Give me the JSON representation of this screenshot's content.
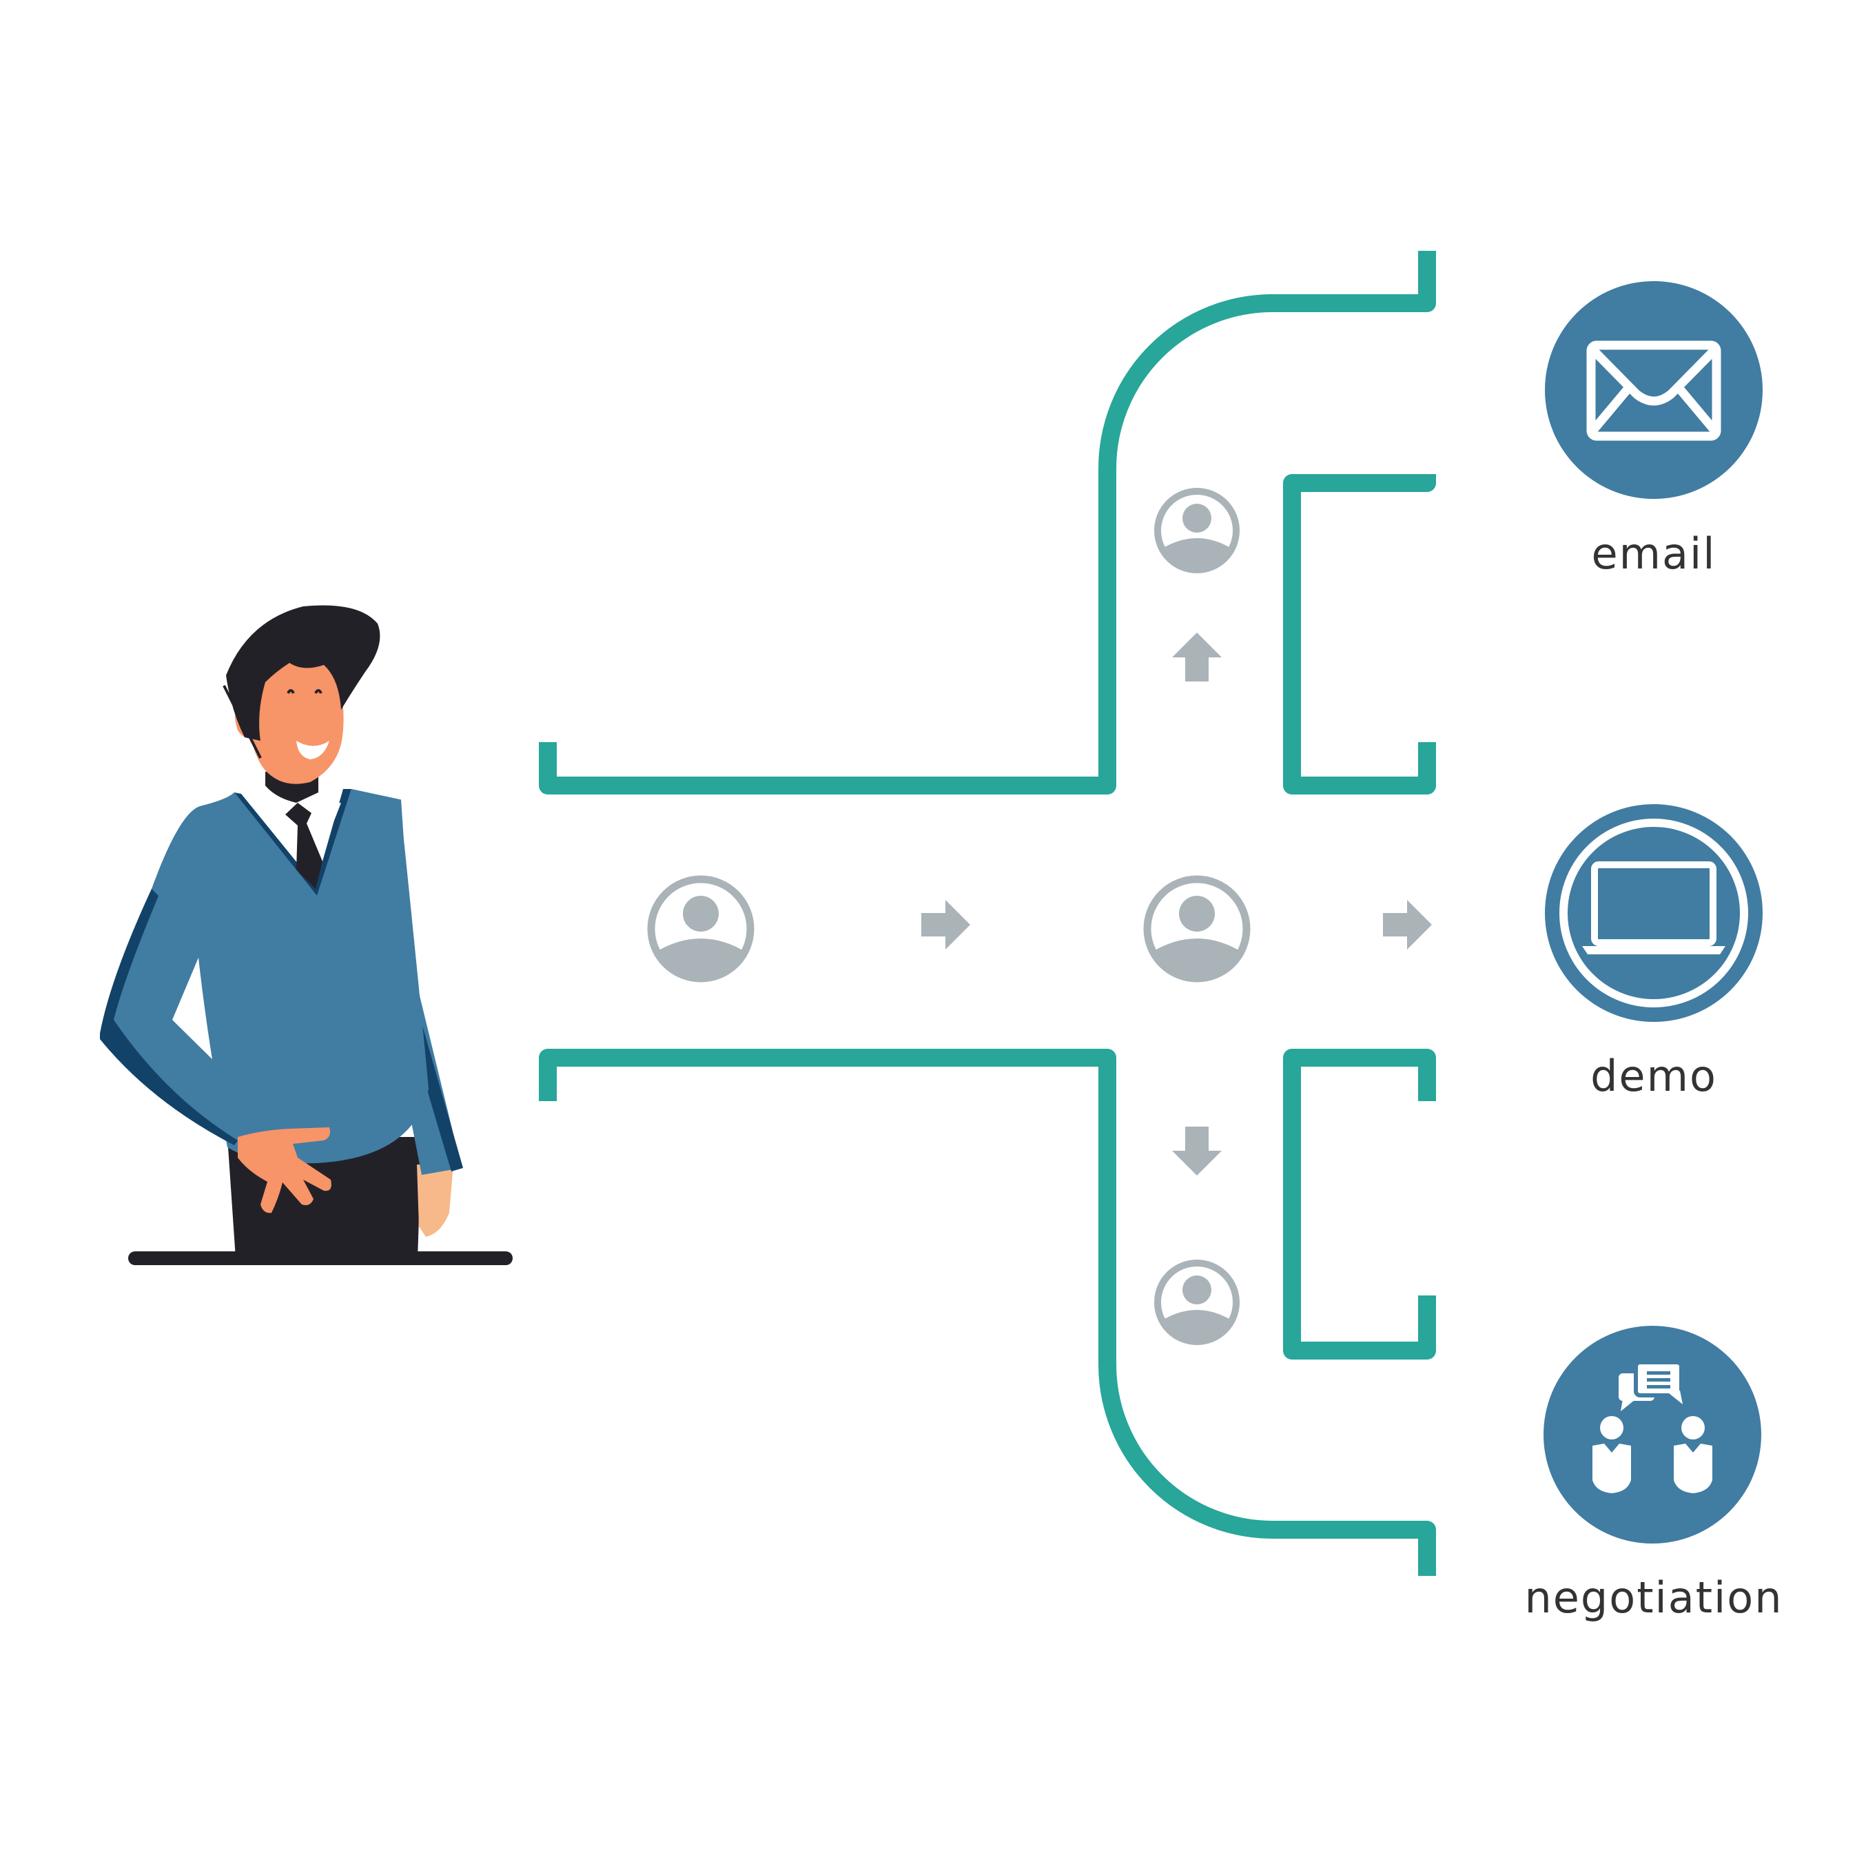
{
  "colors": {
    "teal": "#27A699",
    "node_gray": "#AAB3B7",
    "icon_blue": "#417CA2",
    "text": "#333333",
    "skin": "#F79468",
    "sweater": "#417CA2",
    "sweater_dark": "#124268",
    "pants": "#232128"
  },
  "outcomes": [
    {
      "label": "email",
      "icon": "envelope-icon"
    },
    {
      "label": "demo",
      "icon": "laptop-icon"
    },
    {
      "label": "negotiation",
      "icon": "meeting-chat-icon"
    }
  ],
  "nodes": [
    "person-icon",
    "person-icon",
    "person-icon",
    "person-icon"
  ],
  "arrows": [
    "arrow-right",
    "arrow-right",
    "arrow-up",
    "arrow-down"
  ]
}
